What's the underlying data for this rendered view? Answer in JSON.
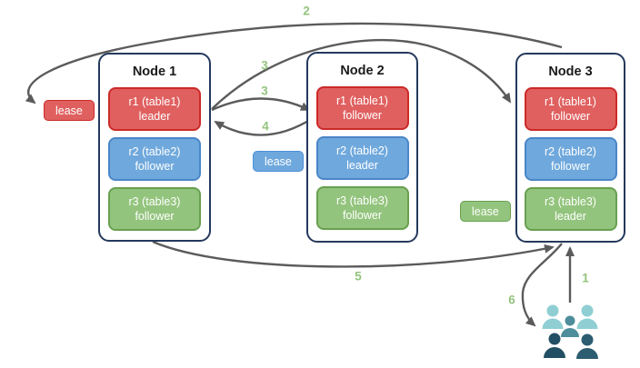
{
  "diagram": {
    "nodes": [
      {
        "title": "Node 1",
        "ranges": [
          {
            "name": "r1 (table1)",
            "role": "leader"
          },
          {
            "name": "r2 (table2)",
            "role": "follower"
          },
          {
            "name": "r3 (table3)",
            "role": "follower"
          }
        ]
      },
      {
        "title": "Node 2",
        "ranges": [
          {
            "name": "r1 (table1)",
            "role": "follower"
          },
          {
            "name": "r2 (table2)",
            "role": "leader"
          },
          {
            "name": "r3 (table3)",
            "role": "follower"
          }
        ]
      },
      {
        "title": "Node 3",
        "ranges": [
          {
            "name": "r1 (table1)",
            "role": "follower"
          },
          {
            "name": "r2 (table2)",
            "role": "follower"
          },
          {
            "name": "r3 (table3)",
            "role": "leader"
          }
        ]
      }
    ],
    "leases": [
      {
        "label": "lease",
        "color": "#e06060"
      },
      {
        "label": "lease",
        "color": "#6fa8dc"
      },
      {
        "label": "lease",
        "color": "#93c47d"
      }
    ],
    "steps": {
      "s1": "1",
      "s2": "2",
      "s3a": "3",
      "s3b": "3",
      "s4": "4",
      "s5": "5",
      "s6": "6"
    },
    "colors": {
      "range_red_fill": "#e06060",
      "range_red_border": "#cc2a27",
      "range_blue_fill": "#6fa8dc",
      "range_blue_border": "#4a86c8",
      "range_green_fill": "#93c47d",
      "range_green_border": "#67a050",
      "node_border": "#24395c",
      "arrow": "#5b5b5b",
      "step_label": "#93c47d",
      "clients_light": "#8fcfd4",
      "clients_mid": "#4e8d9b",
      "clients_dark": "#224f64",
      "clients_dark2": "#2c5d70"
    }
  }
}
